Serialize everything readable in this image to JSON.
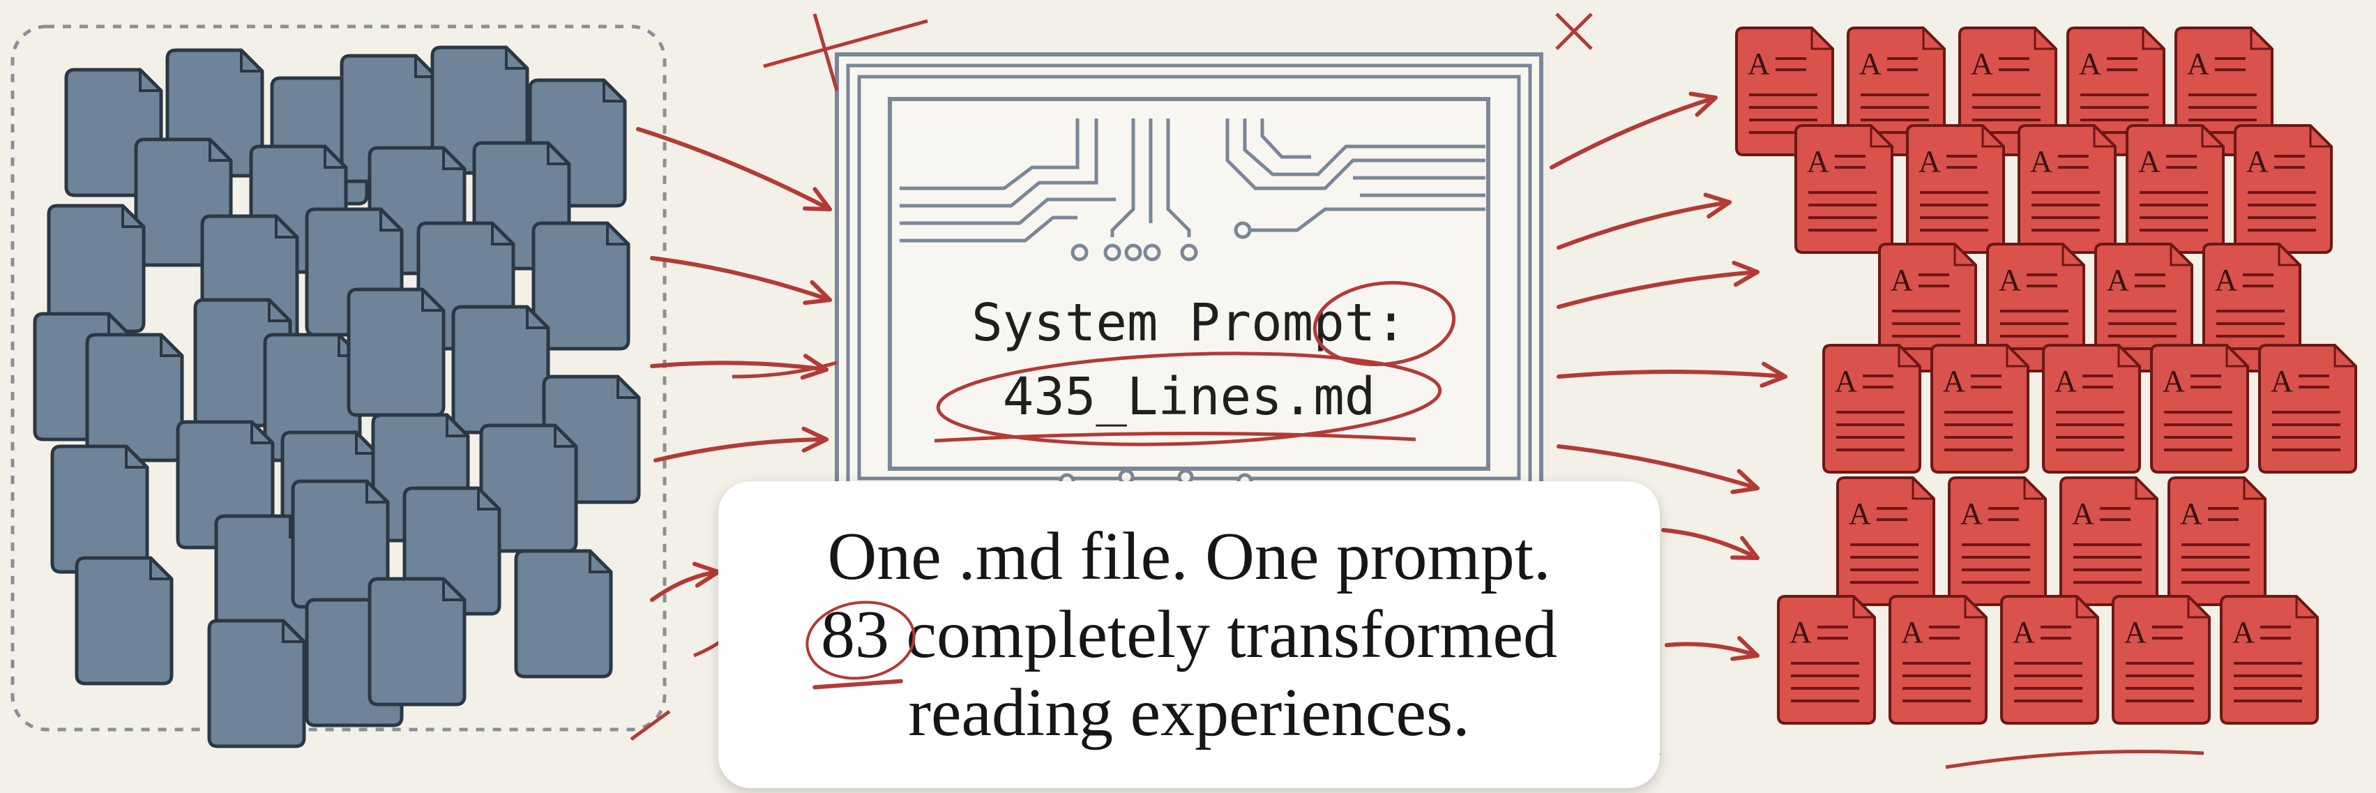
{
  "chip": {
    "title": "System Prompt:",
    "filename": "435_Lines.md"
  },
  "caption": {
    "line1": "One .md file. One prompt.",
    "count": "83",
    "line2_rest": " completely transformed",
    "line3": "reading experiences."
  },
  "output_doc_letter": "A",
  "icons": {
    "input_document": "document-icon",
    "output_document": "formatted-document-icon",
    "flow_arrow": "arrow-icon",
    "processor": "chip-icon"
  },
  "colors": {
    "background": "#f3f0e8",
    "input_doc_fill": "#6f8499",
    "input_doc_stroke": "#2c3744",
    "output_doc_fill": "#d9524c",
    "output_doc_stroke": "#6e1714",
    "annotation_red": "#b33a35",
    "chip_line": "#7b8795"
  }
}
